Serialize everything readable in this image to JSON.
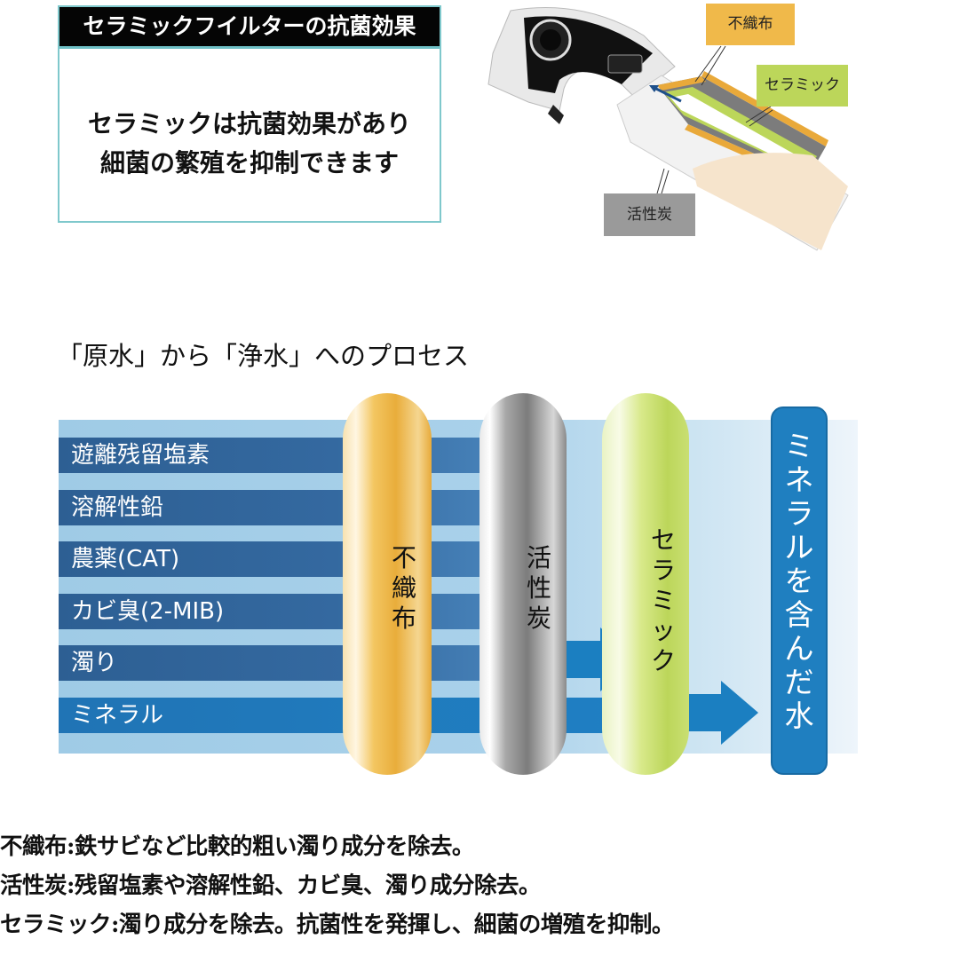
{
  "card": {
    "title": "セラミックフイルターの抗菌効果",
    "body_line1": "セラミックは抗菌効果があり",
    "body_line2": "細菌の繁殖を抑制できます"
  },
  "product": {
    "labels": {
      "nonwoven": "不織布",
      "ceramic": "セラミック",
      "carbon": "活性炭"
    },
    "colors": {
      "nonwoven": "#f0b94a",
      "ceramic": "#bcd65a",
      "carbon": "#9a9a9a"
    }
  },
  "process": {
    "title": "「原水」から「浄水」へのプロセス",
    "inputs": [
      {
        "label": "遊離残留塩素"
      },
      {
        "label": "溶解性鉛"
      },
      {
        "label": "農薬(CAT)"
      },
      {
        "label": "カビ臭(2-MIB)"
      },
      {
        "label": "濁り"
      },
      {
        "label": "ミネラル"
      }
    ],
    "filters": [
      {
        "label_chars": [
          "不",
          "織",
          "布"
        ],
        "color": "#f0b94a"
      },
      {
        "label_chars": [
          "活",
          "性",
          "炭"
        ],
        "color": "#8f8f8f"
      },
      {
        "label_chars": [
          "セ",
          "ラ",
          "ミ",
          "ッ",
          "ク"
        ],
        "color": "#bcd65a"
      }
    ],
    "output_chars": [
      "ミ",
      "ネ",
      "ラ",
      "ル",
      "を",
      "含",
      "ん",
      "だ",
      "水"
    ],
    "arrow_color": "#1b7fc1"
  },
  "notes": [
    "不織布:鉄サビなど比較的粗い濁り成分を除去。",
    "活性炭:残留塩素や溶解性鉛、カビ臭、濁り成分除去。",
    "セラミック:濁り成分を除去。抗菌性を発揮し、細菌の増殖を抑制。"
  ]
}
